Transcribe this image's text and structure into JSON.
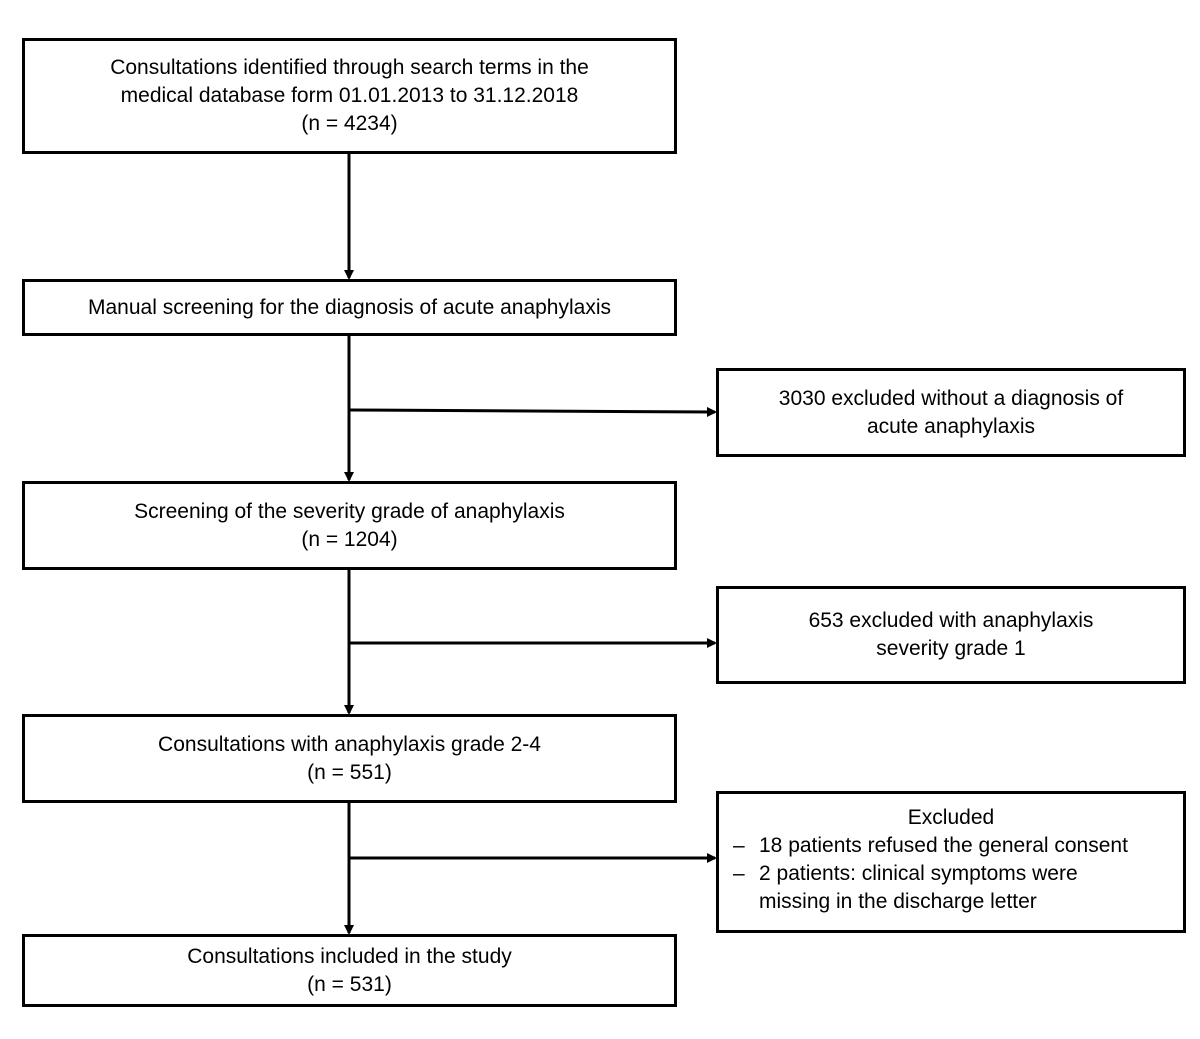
{
  "flow": {
    "identified": {
      "lines": [
        "Consultations identified through search terms in the",
        "medical database form 01.01.2013 to 31.12.2018",
        "(n = 4234)"
      ]
    },
    "manual_screening": {
      "lines": [
        "Manual screening for the diagnosis of acute anaphylaxis"
      ]
    },
    "severity_screening": {
      "lines": [
        "Screening of the severity grade of anaphylaxis",
        "(n = 1204)"
      ]
    },
    "grade_2_4": {
      "lines": [
        "Consultations with anaphylaxis grade 2-4",
        "(n = 551)"
      ]
    },
    "included": {
      "lines": [
        "Consultations included in the study",
        "(n = 531)"
      ]
    }
  },
  "exclusions": {
    "no_diagnosis": {
      "lines": [
        "3030 excluded without a diagnosis of",
        "acute anaphylaxis"
      ]
    },
    "grade_1": {
      "lines": [
        "653 excluded with anaphylaxis",
        "severity grade 1"
      ]
    },
    "other": {
      "title": "Excluded",
      "bullet": "–",
      "items": [
        "18 patients refused the general consent",
        "2 patients: clinical symptoms were\nmissing in the discharge letter"
      ]
    }
  }
}
